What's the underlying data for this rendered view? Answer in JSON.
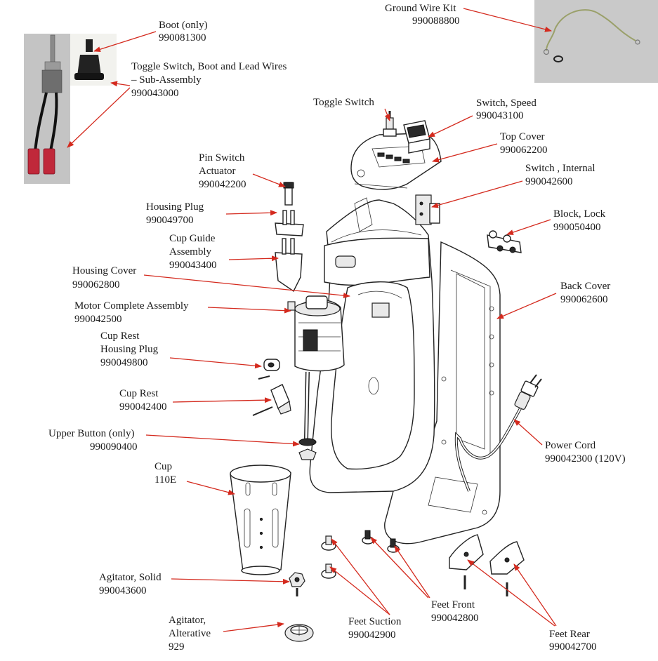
{
  "colors": {
    "leader": "#d42a1e",
    "text": "#1a1a1a",
    "background": "#ffffff"
  },
  "labels": {
    "boot": {
      "name": "Boot (only)",
      "part": "990081300"
    },
    "toggle_sub": {
      "name": "Toggle Switch, Boot and Lead Wires",
      "name2": "– Sub-Assembly",
      "part": "990043000"
    },
    "ground_wire": {
      "name": "Ground Wire Kit",
      "part": "990088800"
    },
    "toggle_switch": {
      "name": "Toggle Switch"
    },
    "switch_speed": {
      "name": "Switch, Speed",
      "part": "990043100"
    },
    "top_cover": {
      "name": "Top Cover",
      "part": "990062200"
    },
    "switch_internal": {
      "name": "Switch , Internal",
      "part": "990042600"
    },
    "pin_switch": {
      "name": "Pin Switch",
      "name2": "Actuator",
      "part": "990042200"
    },
    "housing_plug": {
      "name": "Housing Plug",
      "part": "990049700"
    },
    "block_lock": {
      "name": "Block, Lock",
      "part": "990050400"
    },
    "cup_guide": {
      "name": "Cup Guide",
      "name2": "Assembly",
      "part": "990043400"
    },
    "housing_cover": {
      "name": "Housing Cover",
      "part": "990062800"
    },
    "back_cover": {
      "name": "Back Cover",
      "part": "990062600"
    },
    "motor": {
      "name": "Motor Complete Assembly",
      "part": "990042500"
    },
    "cup_rest_plug": {
      "name": "Cup Rest",
      "name2": "Housing Plug",
      "part": "990049800"
    },
    "cup_rest": {
      "name": "Cup Rest",
      "part": "990042400"
    },
    "upper_button": {
      "name": "Upper Button (only)",
      "part": "990090400"
    },
    "power_cord": {
      "name": "Power Cord",
      "part": "990042300 (120V)"
    },
    "cup": {
      "name": "Cup",
      "part": "110E"
    },
    "agitator_solid": {
      "name": "Agitator, Solid",
      "part": "990043600"
    },
    "feet_front": {
      "name": "Feet Front",
      "part": "990042800"
    },
    "feet_suction": {
      "name": "Feet Suction",
      "part": "990042900"
    },
    "agitator_alt": {
      "name": "Agitator,",
      "name2": "Alterative",
      "part": "929"
    },
    "feet_rear": {
      "name": "Feet Rear",
      "part": "990042700"
    }
  }
}
